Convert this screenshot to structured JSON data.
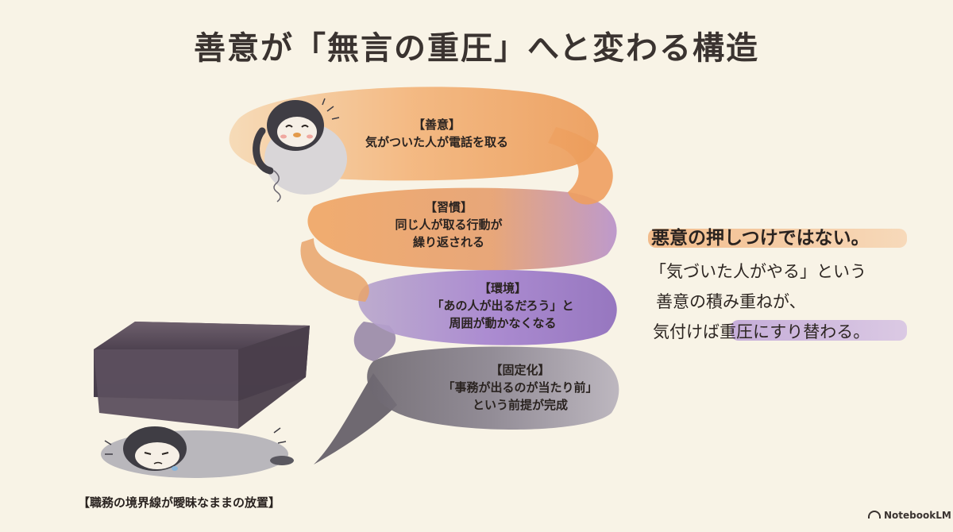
{
  "title": "善意が「無言の重圧」へと変わる構造",
  "stages": [
    {
      "label": "【善意】",
      "lines": [
        "気がついた人が電話を取る"
      ]
    },
    {
      "label": "【習慣】",
      "lines": [
        "同じ人が取る行動が",
        "繰り返される"
      ]
    },
    {
      "label": "【環境】",
      "lines": [
        "「あの人が出るだろう」と",
        "周囲が動かなくなる"
      ]
    },
    {
      "label": "【固定化】",
      "lines": [
        "「事務が出るのが当たり前」",
        "という前提が完成"
      ]
    }
  ],
  "right": {
    "headline": "悪意の押しつけではない。",
    "lines": [
      "「気づいた人がやる」という",
      "善意の積み重ねが、",
      "気付けば重圧にすり替わる。"
    ]
  },
  "caption": "【職務の境界線が曖昧なままの放置】",
  "logo": "NotebookLM",
  "icons": [
    "penguin-phone-icon",
    "penguin-crushed-icon",
    "heavy-block-icon",
    "ribbon-path-icon",
    "notebooklm-logo-icon"
  ],
  "colors": {
    "orange": "#f0a765",
    "purple": "#a987cf",
    "gray": "#5a5560",
    "background": "#f8f3e6"
  }
}
